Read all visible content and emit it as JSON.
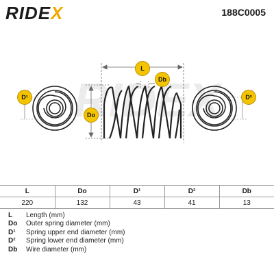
{
  "header": {
    "brand": "RIDE",
    "brand_accent": "X",
    "part_code": "188C0005"
  },
  "drawing": {
    "markers": {
      "L": "L",
      "Db": "Db",
      "D1": "D¹",
      "D2": "D²",
      "Do": "Do"
    },
    "accent_color": "#f5c400"
  },
  "table": {
    "headers": [
      "L",
      "Do",
      "D¹",
      "D²",
      "Db"
    ],
    "values": [
      "220",
      "132",
      "43",
      "41",
      "13"
    ]
  },
  "legend": [
    {
      "symbol": "L",
      "description": "Length (mm)"
    },
    {
      "symbol": "Do",
      "description": "Outer spring diameter (mm)"
    },
    {
      "symbol": "D¹",
      "description": "Spring upper end diameter (mm)"
    },
    {
      "symbol": "D²",
      "description": "Spring lower end diameter (mm)"
    },
    {
      "symbol": "Db",
      "description": "Wire diameter (mm)"
    }
  ]
}
